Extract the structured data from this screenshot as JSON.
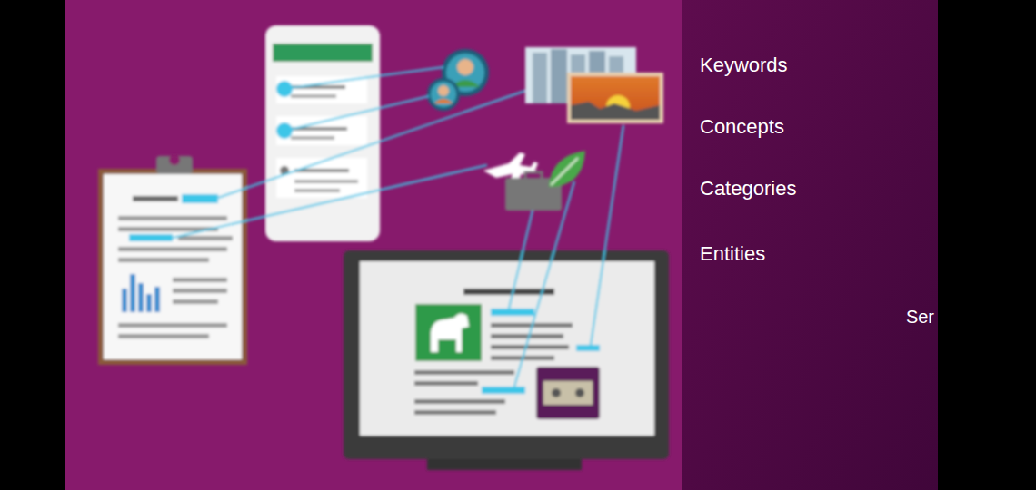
{
  "diagram": {
    "labels": [
      "Keywords",
      "Concepts",
      "Categories",
      "Entities",
      "Ser"
    ]
  }
}
